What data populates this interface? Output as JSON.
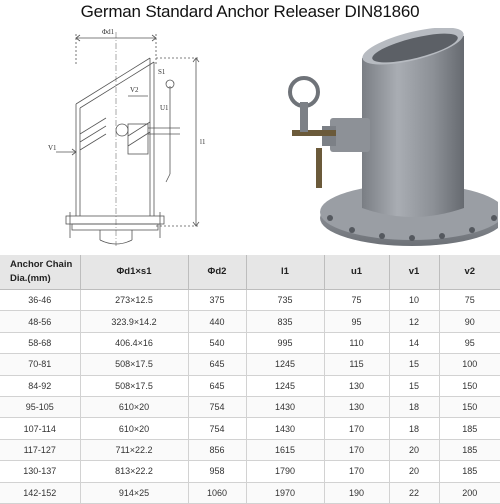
{
  "title": "German Standard Anchor Releaser DIN81860",
  "drawing_labels": {
    "d1": "Φd1",
    "s1": "S1",
    "v1": "V1",
    "v2": "V2",
    "u1": "U1",
    "l1": "l1"
  },
  "table": {
    "headers": [
      "Anchor Chain Dia.(mm)",
      "Φd1×s1",
      "Φd2",
      "l1",
      "u1",
      "v1",
      "v2"
    ],
    "rows": [
      [
        "36-46",
        "273×12.5",
        "375",
        "735",
        "75",
        "10",
        "75"
      ],
      [
        "48-56",
        "323.9×14.2",
        "440",
        "835",
        "95",
        "12",
        "90"
      ],
      [
        "58-68",
        "406.4×16",
        "540",
        "995",
        "110",
        "14",
        "95"
      ],
      [
        "70-81",
        "508×17.5",
        "645",
        "1245",
        "115",
        "15",
        "100"
      ],
      [
        "84-92",
        "508×17.5",
        "645",
        "1245",
        "130",
        "15",
        "150"
      ],
      [
        "95-105",
        "610×20",
        "754",
        "1430",
        "130",
        "18",
        "150"
      ],
      [
        "107-114",
        "610×20",
        "754",
        "1430",
        "170",
        "18",
        "185"
      ],
      [
        "117-127",
        "711×22.2",
        "856",
        "1615",
        "170",
        "20",
        "185"
      ],
      [
        "130-137",
        "813×22.2",
        "958",
        "1790",
        "170",
        "20",
        "185"
      ],
      [
        "142-152",
        "914×25",
        "1060",
        "1970",
        "190",
        "22",
        "200"
      ]
    ]
  }
}
